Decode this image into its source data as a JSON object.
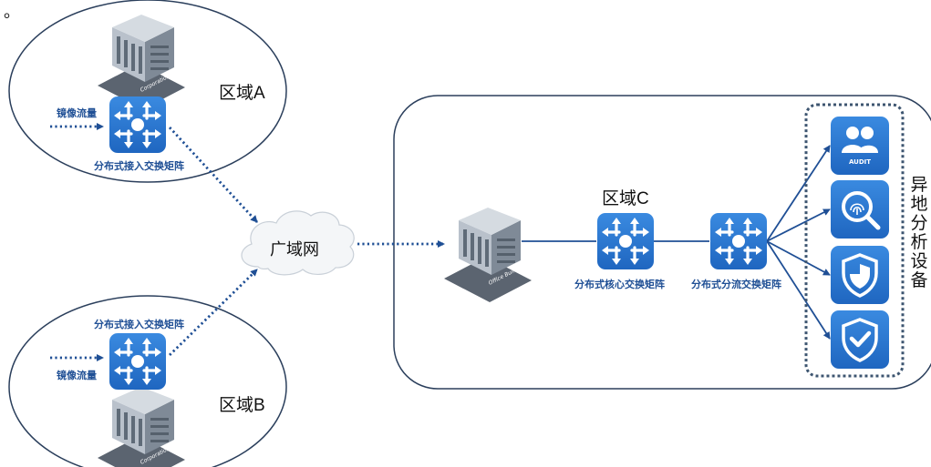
{
  "corner_mark": "。",
  "regions": {
    "a": "区域A",
    "b": "区域B",
    "c": "区域C"
  },
  "wan_label": "广域网",
  "mirror_traffic": "镜像流量",
  "devices": {
    "access_switch": "分布式接入交换矩阵",
    "core_switch": "分布式核心交换矩阵",
    "tap_switch": "分布式分流交换矩阵"
  },
  "buildings": {
    "corporation": "Corporation",
    "office": "Office Building"
  },
  "analysis_group": "异地分析设备",
  "analysis_devices": [
    {
      "icon": "audit-users-icon",
      "text": "AUDIT"
    },
    {
      "icon": "fingerprint-search-icon"
    },
    {
      "icon": "shield-icon"
    },
    {
      "icon": "shield-check-icon"
    }
  ],
  "colors": {
    "device_blue": "#2b77d4",
    "line_navy": "#1f4f95",
    "outline": "#2b3f5c",
    "cloud": "#f4f6f8"
  }
}
